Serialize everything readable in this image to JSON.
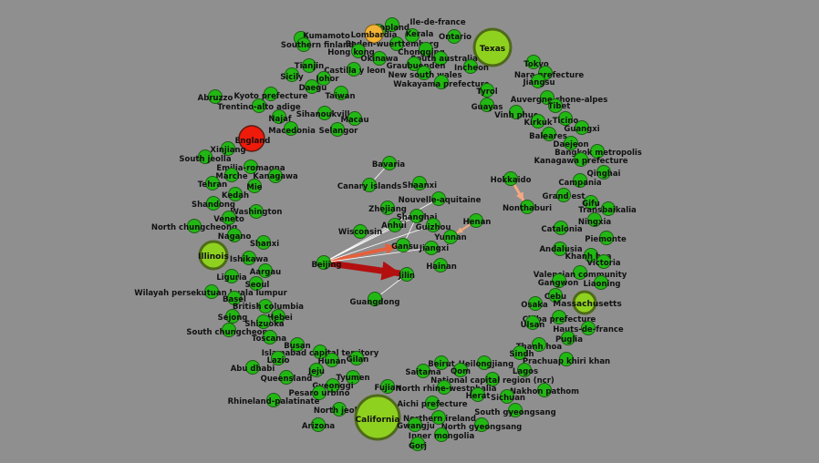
{
  "colors": {
    "background": "#8f8f8f",
    "node": "#22b814",
    "node_stroke": "#1d5e15",
    "hub": "#8fd11f",
    "hub_stroke": "#4e6a1a",
    "england": "#ee1a0a",
    "lombardia": "#f2b233",
    "edge_dark": "#b30f0f",
    "edge_mid": "#e4603d",
    "edge_light": "#f5a882",
    "edge_white": "#ffffff",
    "label": "#111111"
  },
  "nodes": [
    {
      "label": "Ile-de-france",
      "kind": "normal"
    },
    {
      "label": "Lapland",
      "kind": "normal"
    },
    {
      "label": "Lombardia",
      "kind": "lombardia"
    },
    {
      "label": "Kumamoto",
      "kind": "normal"
    },
    {
      "label": "Kerala",
      "kind": "normal"
    },
    {
      "label": "Ontario",
      "kind": "normal"
    },
    {
      "label": "Texas",
      "kind": "hub"
    },
    {
      "label": "Southern finland",
      "kind": "normal"
    },
    {
      "label": "Baden-wuerttemberg",
      "kind": "normal"
    },
    {
      "label": "Chongqing",
      "kind": "normal"
    },
    {
      "label": "Hong kong",
      "kind": "normal"
    },
    {
      "label": "Okinawa",
      "kind": "normal"
    },
    {
      "label": "South australia",
      "kind": "normal"
    },
    {
      "label": "Tokyo",
      "kind": "normal"
    },
    {
      "label": "Tianjin",
      "kind": "normal"
    },
    {
      "label": "Graubuenden",
      "kind": "normal"
    },
    {
      "label": "Incheon",
      "kind": "normal"
    },
    {
      "label": "Castilla y leon",
      "kind": "normal"
    },
    {
      "label": "New south wales",
      "kind": "normal"
    },
    {
      "label": "Nara prefecture",
      "kind": "normal"
    },
    {
      "label": "Sicily",
      "kind": "normal"
    },
    {
      "label": "Johor",
      "kind": "normal"
    },
    {
      "label": "Jiangsu",
      "kind": "normal"
    },
    {
      "label": "Wakayama prefecture",
      "kind": "normal"
    },
    {
      "label": "Daegu",
      "kind": "normal"
    },
    {
      "label": "Tyrol",
      "kind": "normal"
    },
    {
      "label": "Taiwan",
      "kind": "normal"
    },
    {
      "label": "Auvergne-rhone-alpes",
      "kind": "normal"
    },
    {
      "label": "Abruzzo",
      "kind": "normal"
    },
    {
      "label": "Kyoto prefecture",
      "kind": "normal"
    },
    {
      "label": "Guayas",
      "kind": "normal"
    },
    {
      "label": "Tibet",
      "kind": "normal"
    },
    {
      "label": "Trentino-alto adige",
      "kind": "normal"
    },
    {
      "label": "Sihanoukville",
      "kind": "normal"
    },
    {
      "label": "Vinh phuc",
      "kind": "normal"
    },
    {
      "label": "Najaf",
      "kind": "normal"
    },
    {
      "label": "Macau",
      "kind": "normal"
    },
    {
      "label": "Ticino",
      "kind": "normal"
    },
    {
      "label": "Kirkuk",
      "kind": "normal"
    },
    {
      "label": "Macedonia",
      "kind": "normal"
    },
    {
      "label": "Selangor",
      "kind": "normal"
    },
    {
      "label": "Guangxi",
      "kind": "normal"
    },
    {
      "label": "England",
      "kind": "england"
    },
    {
      "label": "Baleares",
      "kind": "normal"
    },
    {
      "label": "Daejeon",
      "kind": "normal"
    },
    {
      "label": "Xinjiang",
      "kind": "normal"
    },
    {
      "label": "Bangkok metropolis",
      "kind": "normal"
    },
    {
      "label": "South jeolla",
      "kind": "normal"
    },
    {
      "label": "Kanagawa prefecture",
      "kind": "normal"
    },
    {
      "label": "Bavaria",
      "kind": "normal"
    },
    {
      "label": "Emilia-romagna",
      "kind": "normal"
    },
    {
      "label": "Qinghai",
      "kind": "normal"
    },
    {
      "label": "Marche",
      "kind": "normal"
    },
    {
      "label": "Kanagawa",
      "kind": "normal"
    },
    {
      "label": "Hokkaido",
      "kind": "normal"
    },
    {
      "label": "Tehran",
      "kind": "normal"
    },
    {
      "label": "Mie",
      "kind": "normal"
    },
    {
      "label": "Canary islands",
      "kind": "normal"
    },
    {
      "label": "Shaanxi",
      "kind": "normal"
    },
    {
      "label": "Campania",
      "kind": "normal"
    },
    {
      "label": "Kedah",
      "kind": "normal"
    },
    {
      "label": "Grand est",
      "kind": "normal"
    },
    {
      "label": "Nouvelle-aquitaine",
      "kind": "normal"
    },
    {
      "label": "Shandong",
      "kind": "normal"
    },
    {
      "label": "Gifu",
      "kind": "normal"
    },
    {
      "label": "Nonthaburi",
      "kind": "normal"
    },
    {
      "label": "Zhejiang",
      "kind": "normal"
    },
    {
      "label": "Transbaikalia",
      "kind": "normal"
    },
    {
      "label": "Washington",
      "kind": "normal"
    },
    {
      "label": "Shanghai",
      "kind": "normal"
    },
    {
      "label": "Veneto",
      "kind": "normal"
    },
    {
      "label": "Ningxia",
      "kind": "normal"
    },
    {
      "label": "Anhui",
      "kind": "normal"
    },
    {
      "label": "Henan",
      "kind": "normal"
    },
    {
      "label": "Guizhou",
      "kind": "normal"
    },
    {
      "label": "North chungcheong",
      "kind": "normal"
    },
    {
      "label": "Catalonia",
      "kind": "normal"
    },
    {
      "label": "Wisconsin",
      "kind": "normal"
    },
    {
      "label": "Nagano",
      "kind": "normal"
    },
    {
      "label": "Yunnan",
      "kind": "normal"
    },
    {
      "label": "Piemonte",
      "kind": "normal"
    },
    {
      "label": "Shanxi",
      "kind": "normal"
    },
    {
      "label": "Jiangxi",
      "kind": "normal"
    },
    {
      "label": "Gansu",
      "kind": "normal"
    },
    {
      "label": "Andalusia",
      "kind": "normal"
    },
    {
      "label": "Illinois",
      "kind": "hub"
    },
    {
      "label": "Ishikawa",
      "kind": "normal"
    },
    {
      "label": "Khanh hoa",
      "kind": "normal"
    },
    {
      "label": "Beijing",
      "kind": "normal"
    },
    {
      "label": "Victoria",
      "kind": "normal"
    },
    {
      "label": "Hainan",
      "kind": "normal"
    },
    {
      "label": "Aargau",
      "kind": "normal"
    },
    {
      "label": "Jilin",
      "kind": "normal"
    },
    {
      "label": "Liguria",
      "kind": "normal"
    },
    {
      "label": "Valencian community",
      "kind": "normal"
    },
    {
      "label": "Gangwon",
      "kind": "normal"
    },
    {
      "label": "Seoul",
      "kind": "normal"
    },
    {
      "label": "Liaoning",
      "kind": "normal"
    },
    {
      "label": "Wilayah persekutuan kuala lumpur",
      "kind": "normal"
    },
    {
      "label": "Cebu",
      "kind": "normal"
    },
    {
      "label": "Basel",
      "kind": "normal"
    },
    {
      "label": "Guangdong",
      "kind": "normal"
    },
    {
      "label": "Osaka",
      "kind": "normal"
    },
    {
      "label": "British columbia",
      "kind": "normal"
    },
    {
      "label": "Massachusetts",
      "kind": "hub"
    },
    {
      "label": "Sejong",
      "kind": "normal"
    },
    {
      "label": "Hebei",
      "kind": "normal"
    },
    {
      "label": "Chiba prefecture",
      "kind": "normal"
    },
    {
      "label": "Shizuoka",
      "kind": "normal"
    },
    {
      "label": "Ulsan",
      "kind": "normal"
    },
    {
      "label": "Hauts-de-france",
      "kind": "normal"
    },
    {
      "label": "South chungcheong",
      "kind": "normal"
    },
    {
      "label": "Toscana",
      "kind": "normal"
    },
    {
      "label": "Puglia",
      "kind": "normal"
    },
    {
      "label": "Busan",
      "kind": "normal"
    },
    {
      "label": "Thanh hoa",
      "kind": "normal"
    },
    {
      "label": "Islamabad capital territory",
      "kind": "normal"
    },
    {
      "label": "Sindh",
      "kind": "normal"
    },
    {
      "label": "Lazio",
      "kind": "normal"
    },
    {
      "label": "Hunan",
      "kind": "normal"
    },
    {
      "label": "Gilan",
      "kind": "normal"
    },
    {
      "label": "Prachuap khiri khan",
      "kind": "normal"
    },
    {
      "label": "Abu dhabi",
      "kind": "normal"
    },
    {
      "label": "Beirut",
      "kind": "normal"
    },
    {
      "label": "Heilongjiang",
      "kind": "normal"
    },
    {
      "label": "Jeju",
      "kind": "normal"
    },
    {
      "label": "Saitama",
      "kind": "normal"
    },
    {
      "label": "Qom",
      "kind": "normal"
    },
    {
      "label": "Lagos",
      "kind": "normal"
    },
    {
      "label": "Queensland",
      "kind": "normal"
    },
    {
      "label": "Tyumen",
      "kind": "normal"
    },
    {
      "label": "National capital region (ncr)",
      "kind": "normal"
    },
    {
      "label": "Gyeonggi",
      "kind": "normal"
    },
    {
      "label": "Fujian",
      "kind": "normal"
    },
    {
      "label": "North rhine-westphalia",
      "kind": "normal"
    },
    {
      "label": "Nakhon pathom",
      "kind": "normal"
    },
    {
      "label": "Pesaro urbino",
      "kind": "normal"
    },
    {
      "label": "Herat",
      "kind": "normal"
    },
    {
      "label": "Sichuan",
      "kind": "normal"
    },
    {
      "label": "Rhineland-palatinate",
      "kind": "normal"
    },
    {
      "label": "Aichi prefecture",
      "kind": "normal"
    },
    {
      "label": "North jeolla",
      "kind": "normal"
    },
    {
      "label": "South gyeongsang",
      "kind": "normal"
    },
    {
      "label": "California",
      "kind": "hub"
    },
    {
      "label": "Northern ireland",
      "kind": "normal"
    },
    {
      "label": "Arizona",
      "kind": "normal"
    },
    {
      "label": "Gwangju",
      "kind": "normal"
    },
    {
      "label": "North gyeongsang",
      "kind": "normal"
    },
    {
      "label": "Inner mongolia",
      "kind": "normal"
    },
    {
      "label": "Gorj",
      "kind": "normal"
    }
  ]
}
